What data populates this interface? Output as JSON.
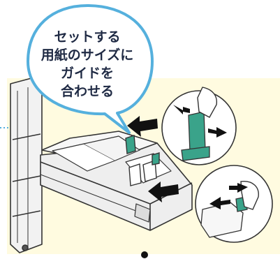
{
  "callout": {
    "lines": [
      "セットする",
      "用紙のサイズに",
      "ガイドを",
      "合わせる"
    ]
  },
  "colors": {
    "background": "#fffbe0",
    "bubble_fill": "#ffffff",
    "bubble_border": "#55b0dd",
    "guide_green": "#3aa38a",
    "outline": "#333333"
  },
  "icons": [
    "arrow-icon",
    "hand-icon",
    "pointer-dot-icon"
  ]
}
